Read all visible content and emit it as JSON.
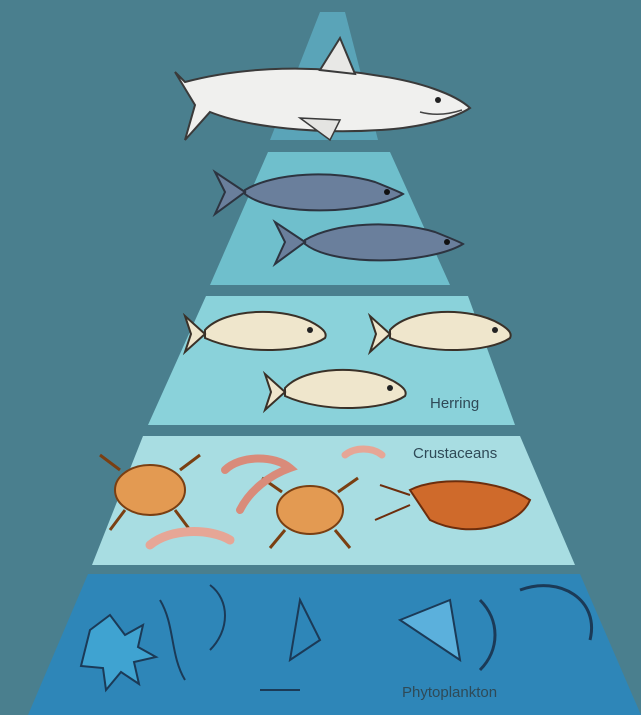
{
  "background_color": "#4a7f8e",
  "levels": [
    {
      "name": "",
      "organism": "shark",
      "color": "#5aa4b8"
    },
    {
      "name": "",
      "organism": "tuna",
      "color": "#6fbfcc"
    },
    {
      "name": "Herring",
      "organism": "herring",
      "color": "#8ad2da"
    },
    {
      "name": "Crustaceans",
      "organism": "crustaceans",
      "color": "#a8dde2"
    },
    {
      "name": "Phytoplankton",
      "organism": "phytoplankton",
      "color": "#2e86b8"
    }
  ]
}
